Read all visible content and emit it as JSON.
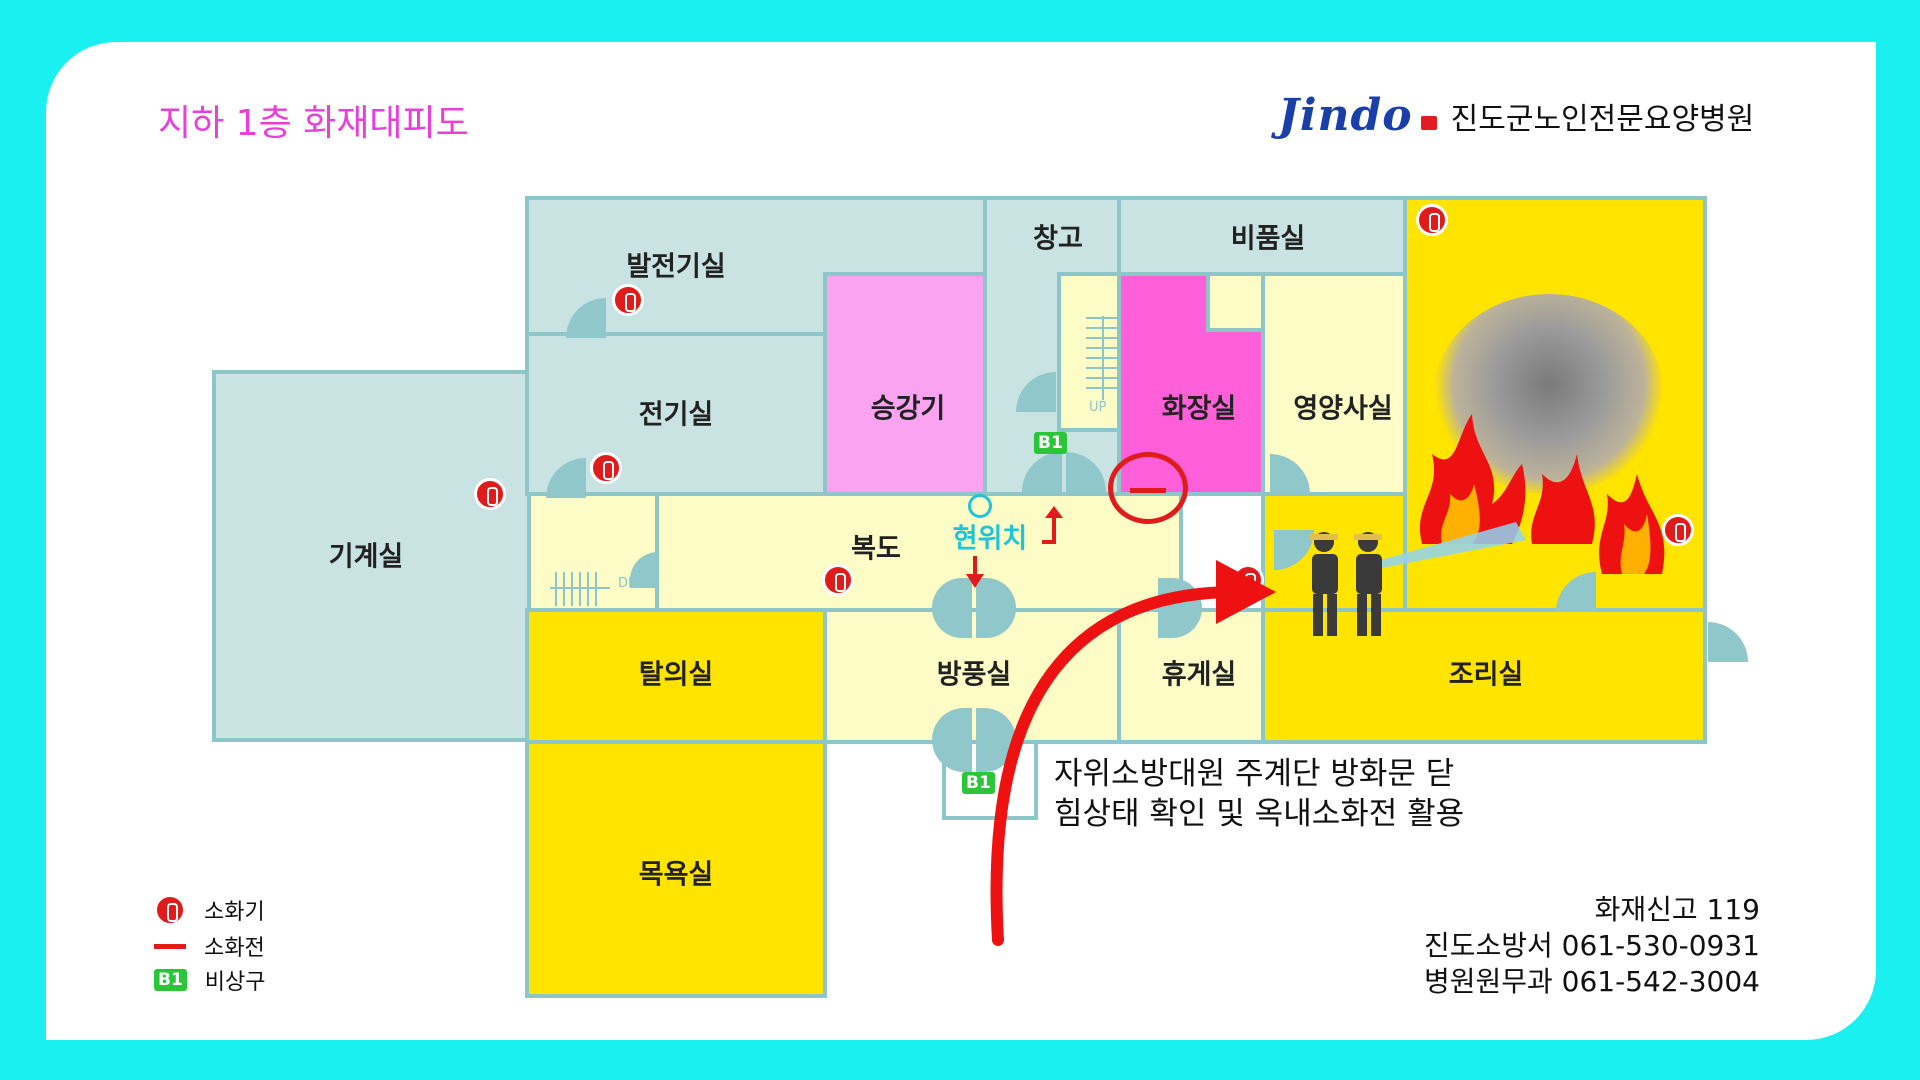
{
  "title": "지하 1층 화재대피도",
  "brand": {
    "logo": "Jindo",
    "name": "진도군노인전문요양병원"
  },
  "rooms": {
    "generator": "발전기실",
    "warehouse": "창고",
    "supplies": "비품실",
    "electric": "전기실",
    "elevator": "승강기",
    "restroom": "화장실",
    "nutrition": "영양사실",
    "machine": "기계실",
    "corridor": "복도",
    "current_location": "현위치",
    "changing": "탈의실",
    "windbreak": "방풍실",
    "lounge": "휴게실",
    "kitchen": "조리실",
    "bath": "목욕실"
  },
  "markers": {
    "up": "UP",
    "down": "DN",
    "exit": "B1"
  },
  "note": [
    "자위소방대원 주계단 방화문 닫",
    "힘상태 확인 및 옥내소화전 활용"
  ],
  "legend": [
    {
      "icon": "fire-extinguisher-icon",
      "label": "소화기"
    },
    {
      "icon": "fire-hydrant-icon",
      "label": "소화전"
    },
    {
      "icon": "emergency-exit-icon",
      "label": "비상구"
    }
  ],
  "contacts": [
    "화재신고 119",
    "진도소방서 061-530-0931",
    "병원원무과 061-542-3004"
  ],
  "colors": {
    "frame": "#19f0ef",
    "room_teal": "#c9e3e3",
    "room_yellow": "#ffe400",
    "room_cream": "#fdfbc6",
    "elevator": "#f9a3f1",
    "restroom": "#ff5fd8",
    "route": "#ee1111",
    "title": "#e83fd8"
  }
}
